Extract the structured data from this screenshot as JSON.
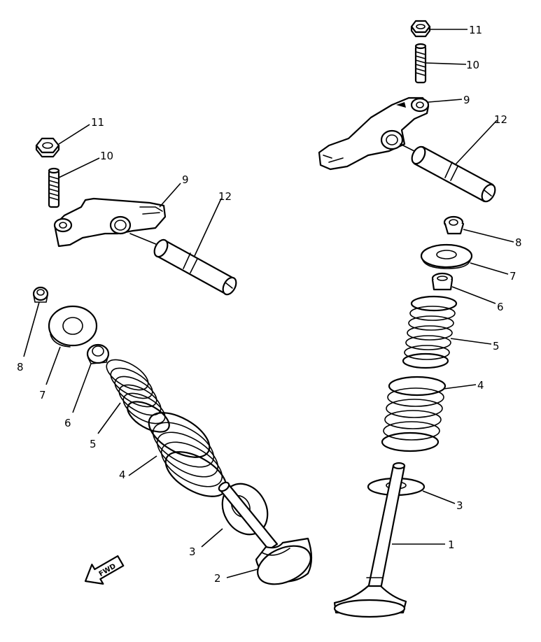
{
  "labels": {
    "l1_right": "1",
    "l2_left": "2",
    "l3_left": "3",
    "l3_right": "3",
    "l4_left": "4",
    "l4_right": "4",
    "l5_left": "5",
    "l5_right": "5",
    "l6_left": "6",
    "l6_right": "6",
    "l7_left": "7",
    "l7_right": "7",
    "l8_left": "8",
    "l8_right": "8",
    "l9_left": "9",
    "l9_right": "9",
    "l10_left": "10",
    "l10_right": "10",
    "l11_left": "11",
    "l11_right": "11",
    "l12_left": "12",
    "l12_right": "12"
  },
  "fwd_arrow": {
    "text": "FWD",
    "icon": "forward-arrow-icon"
  }
}
